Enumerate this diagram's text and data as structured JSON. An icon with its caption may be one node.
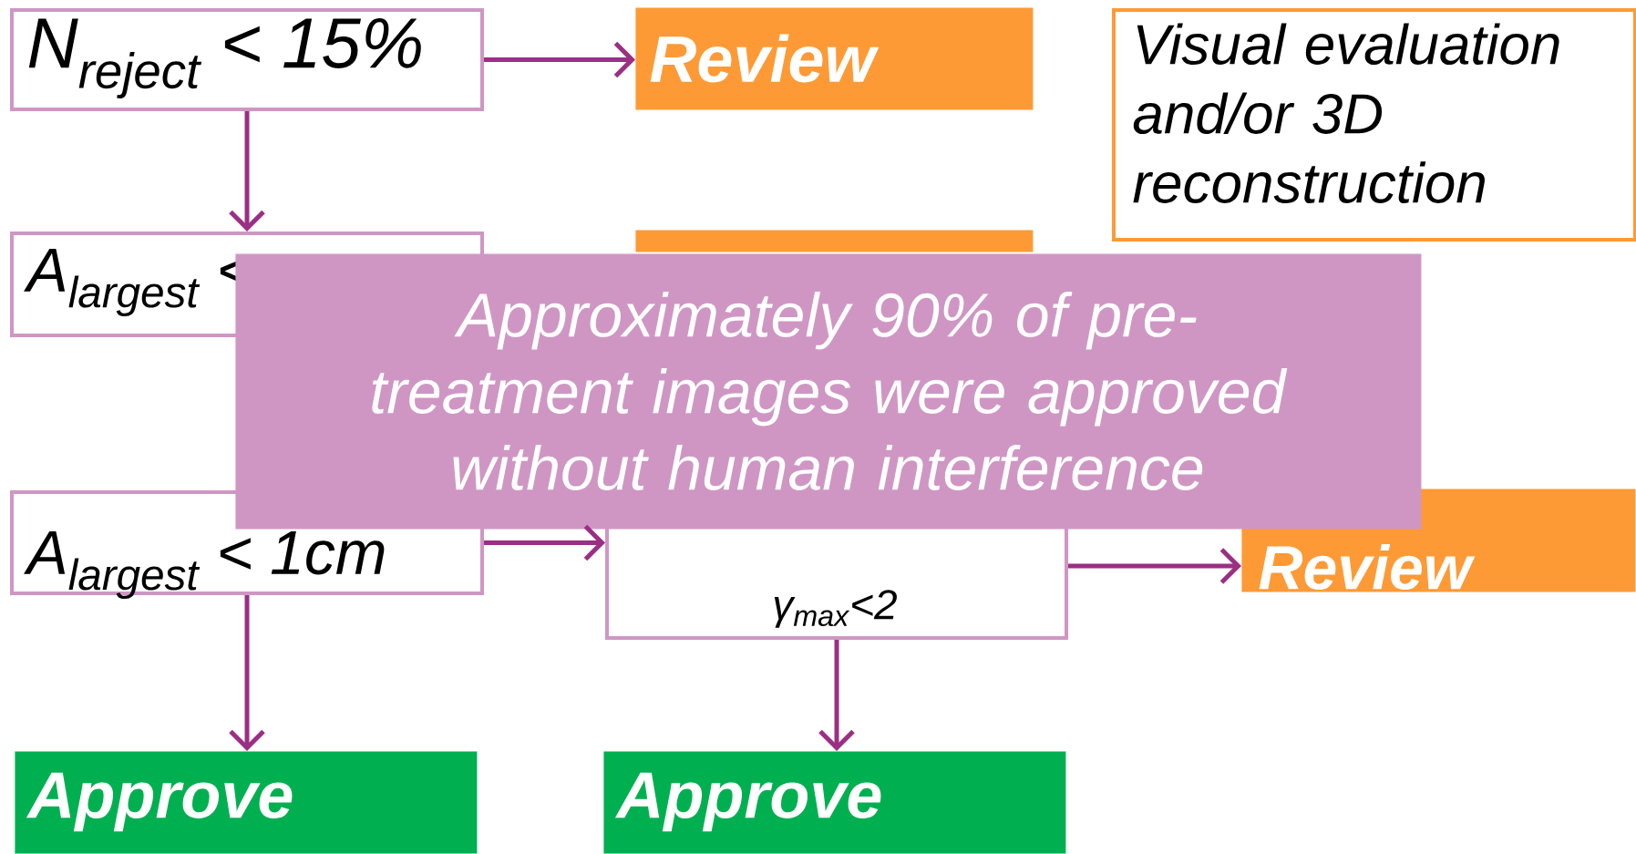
{
  "diagram": {
    "nodes": [
      {
        "text": [
          "N$_{reject}$ < 15%"
        ]
      },
      {
        "text": [
          "Review"
        ]
      },
      {
        "text": [
          "Visual evaluation and/or 3D reconstruction"
        ]
      },
      {
        "text": [
          "A$_{largest}$ <"
        ]
      },
      {
        "text": [],
        "shape": "box"
      },
      {
        "text": [
          "Approximately 90% of pre-treatment images were approved without human interference"
        ]
      },
      {
        "text": [
          "A$_{largest}$ < 1cm"
        ]
      },
      {
        "text": [
          "γ$_{max}$<2"
        ]
      },
      {
        "text": [
          "Review"
        ]
      },
      {
        "text": [
          "Approve"
        ]
      },
      {
        "text": [
          "Approve"
        ]
      }
    ],
    "edges": [
      {
        "from": 0,
        "to": 1,
        "arrow": "to"
      },
      {
        "from": 0,
        "to": 3,
        "arrow": "to"
      },
      {
        "from": 6,
        "to": 7,
        "arrow": "to"
      },
      {
        "from": 7,
        "to": 8,
        "arrow": "to"
      },
      {
        "from": 6,
        "to": 9,
        "arrow": "to"
      },
      {
        "from": 7,
        "to": 10,
        "arrow": "to"
      }
    ]
  }
}
